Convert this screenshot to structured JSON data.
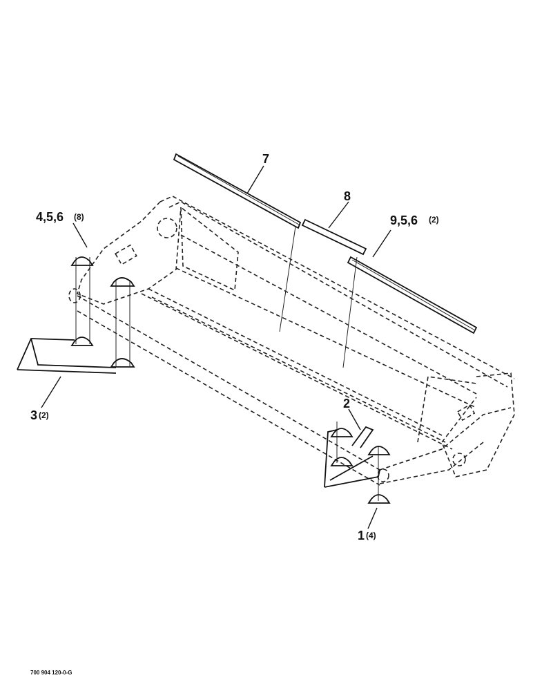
{
  "callouts": [
    {
      "id": "7",
      "label": "7",
      "qty": ""
    },
    {
      "id": "8",
      "label": "8",
      "qty": ""
    },
    {
      "id": "9",
      "label": "9,5,6",
      "qty": "(2)"
    },
    {
      "id": "4",
      "label": "4,5,6",
      "qty": "(8)"
    },
    {
      "id": "3",
      "label": "3",
      "qty": "(2)"
    },
    {
      "id": "2",
      "label": "2",
      "qty": ""
    },
    {
      "id": "1",
      "label": "1",
      "qty": "(4)"
    }
  ],
  "figure_ref": "700 904 120-0-G",
  "colors": {
    "ink": "#111111",
    "paper": "#ffffff"
  }
}
